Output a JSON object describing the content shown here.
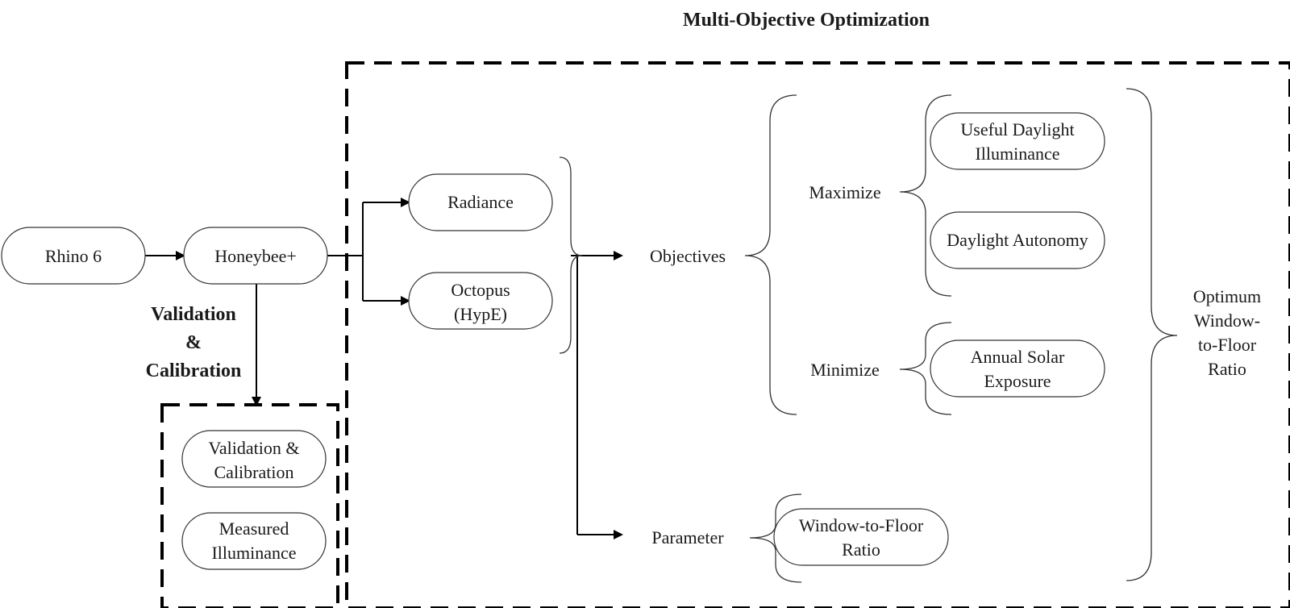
{
  "title": "Multi-Objective Optimization",
  "nodes": {
    "rhino": "Rhino 6",
    "honeybee": "Honeybee+",
    "radiance": "Radiance",
    "octopus": [
      "Octopus",
      "(HypE)"
    ],
    "validation_box": [
      "Validation &",
      "Calibration"
    ],
    "measured": [
      "Measured",
      "Illuminance"
    ],
    "udi": [
      "Useful Daylight",
      "Illuminance"
    ],
    "da": "Daylight Autonomy",
    "ase": [
      "Annual Solar",
      "Exposure"
    ],
    "wfr": [
      "Window-to-Floor",
      "Ratio"
    ]
  },
  "labels": {
    "validation_side": [
      "Validation",
      "&",
      "Calibration"
    ],
    "objectives": "Objectives",
    "parameter": "Parameter",
    "maximize": "Maximize",
    "minimize": "Minimize",
    "optimum": [
      "Optimum",
      "Window-",
      "to-Floor",
      "Ratio"
    ]
  }
}
